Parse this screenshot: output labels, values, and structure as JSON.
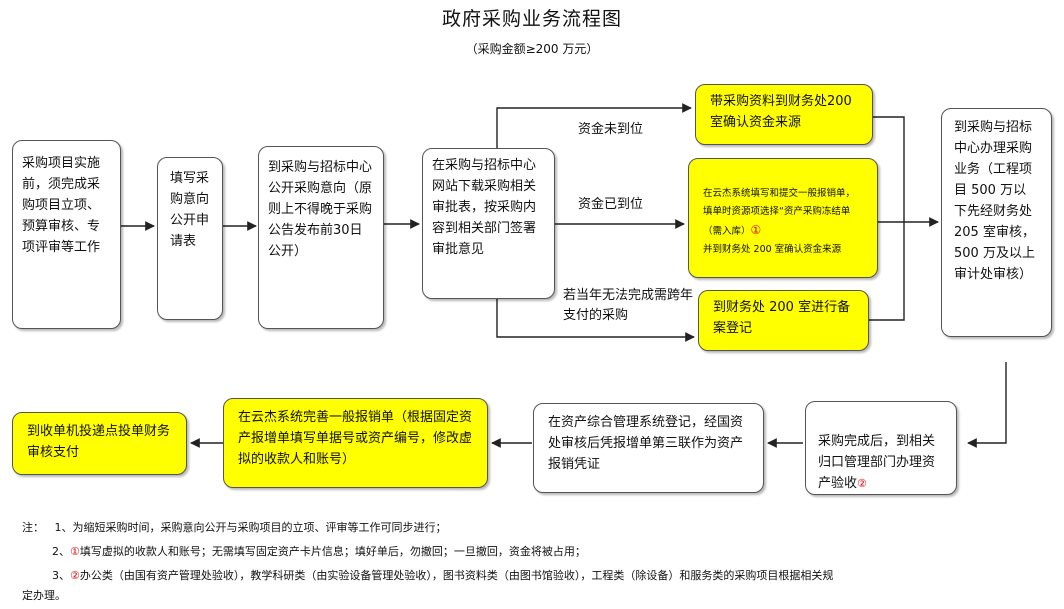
{
  "title": "政府采购业务流程图",
  "subtitle": "（采购金额≥200 万元）",
  "nodes": {
    "n1": "采购项目实施前，须完成采购项目立项、预算审核、专项评审等工作",
    "n2": "填写采购意向公开申请表",
    "n3": "到采购与招标中心公开采购意向（原则上不得晚于采购公告发布前30日公开）",
    "n4": "在采购与招标中心网站下载采购相关审批表，按采购内容到相关部门签署审批意见",
    "n5": "带采购资料到财务处200 室确认资金来源",
    "n6a": "在云杰系统填写和提交一般报销单，填单时资源项选择“资产采购冻结单（需入库）",
    "n6b": "①",
    "n6c": "并到财务处 200 室确认资金来源",
    "n7": "到财务处 200 室进行备案登记",
    "n8": "到采购与招标中心办理采购业务（工程项目 500 万以下先经财务处205 室审核，500 万及以上审计处审核）",
    "n9a": "采购完成后，到相关归口管理部门办理资产验收",
    "n9b": "②",
    "n10": "在资产综合管理系统登记，经国资处审核后凭报增单第三联作为资产报销凭证",
    "n11": "在云杰系统完善一般报销单（根据固定资产报增单填写单据号或资产编号，修改虚拟的收款人和账号）",
    "n12": "到收单机投递点投单财务审核支付"
  },
  "labels": {
    "unfunded": "资金未到位",
    "funded": "资金已到位",
    "crossyear": "若当年无法完成需跨年支付的采购"
  },
  "notes": {
    "prefix": "注：",
    "n1": "1、为缩短采购时间，采购意向公开与采购项目的立项、评审等工作可同步进行；",
    "n2a": "2、",
    "n2b": "①",
    "n2c": "填写虚拟的收款人和账号；无需填写固定资产卡片信息；填好单后，勿撤回；一旦撤回，资金将被占用；",
    "n3a": "3、",
    "n3b": "②",
    "n3c": "办公类（由国有资产管理处验收），教学科研类（由实验设备管理处验收），图书资料类（由图书馆验收），工程类（除设备）和服务类的采购项目根据相关规",
    "n3d": "定办理。"
  },
  "colors": {
    "highlight": "#ffff00",
    "mark": "#e00000",
    "line": "#222222"
  }
}
